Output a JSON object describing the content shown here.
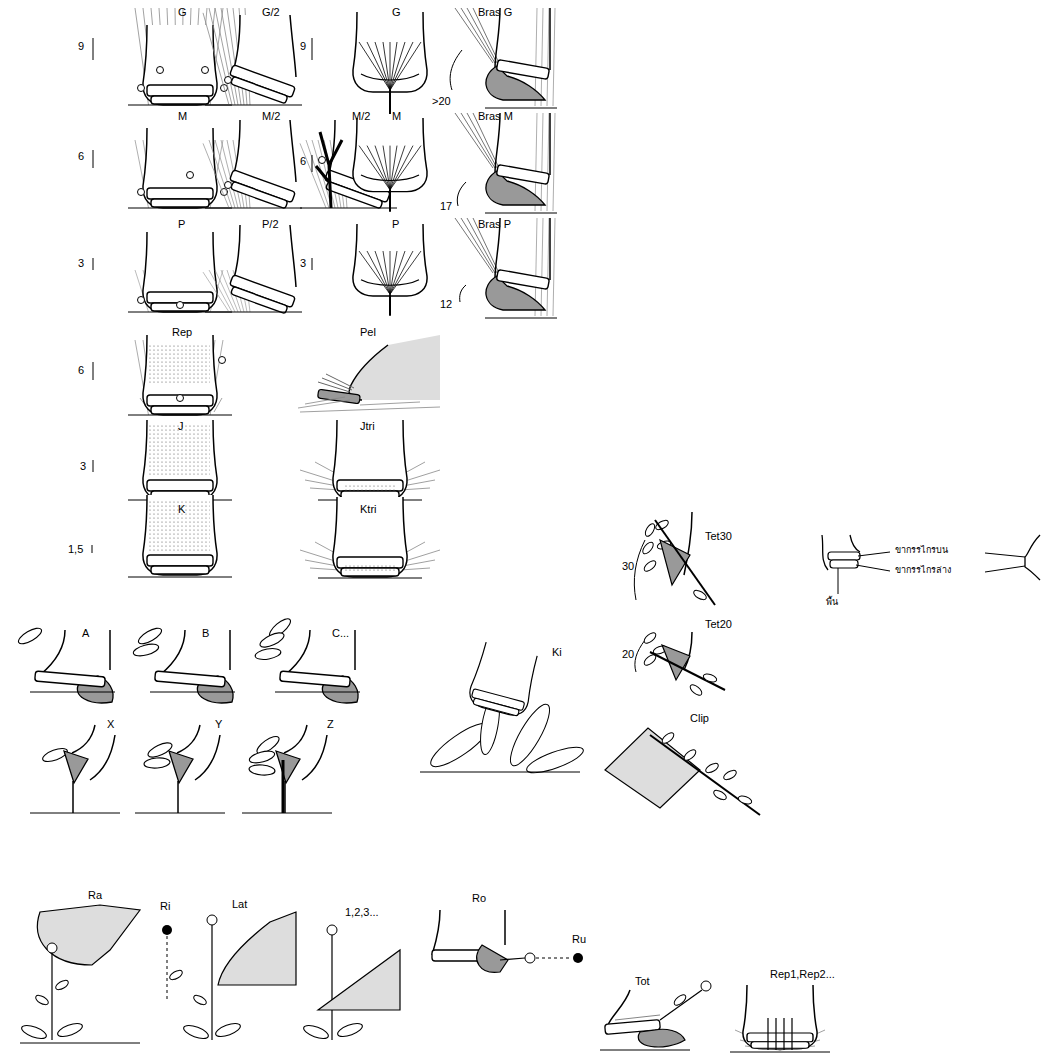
{
  "diagram": {
    "labels": [
      "G",
      "G/2",
      "G",
      "Bras G",
      "9",
      "9",
      ">20",
      "M",
      "M/2",
      "M/2",
      "M",
      "Bras M",
      "6",
      "6",
      "17",
      "P",
      "P/2",
      "P",
      "Bras P",
      "3",
      "3",
      "12",
      "Rep",
      "6",
      "Pel",
      "J",
      "3",
      "Jtri",
      "K",
      "1,5",
      "Ktri",
      "Tet30",
      "30",
      "Tet20",
      "20",
      "Clip",
      "A",
      "B",
      "C...",
      "X",
      "Y",
      "Z",
      "Ki",
      "Ra",
      "Ri",
      "Lat",
      "1,2,3...",
      "Ro",
      "Ru",
      "Tot",
      "Rep1,Rep2...",
      "ขากรรไกรบน",
      "ขากรรไกรล่าง",
      "พื้น"
    ]
  }
}
